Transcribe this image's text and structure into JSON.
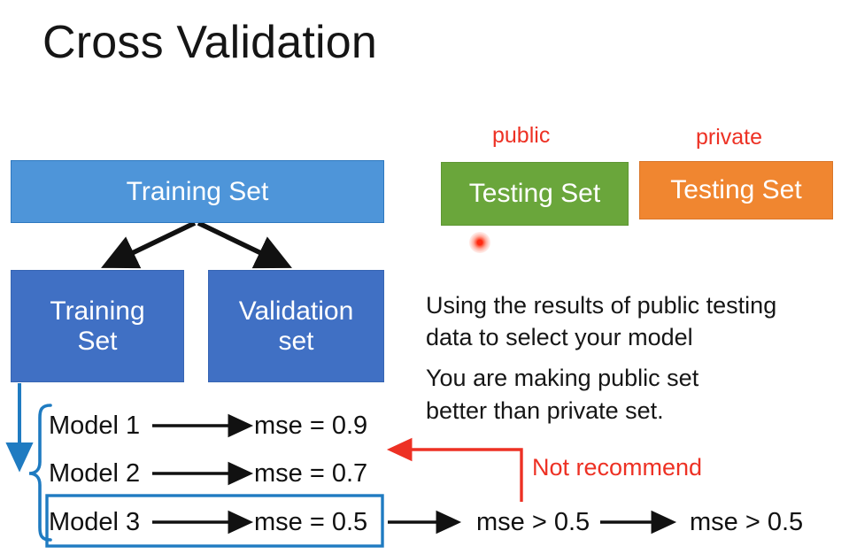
{
  "slide": {
    "title": "Cross Validation",
    "background_color": "#ffffff"
  },
  "colors": {
    "training_top": "#4E95D9",
    "training_sub": "#4070C4",
    "validation_sub": "#4070C4",
    "testing_public": "#6AA63B",
    "testing_private": "#F08630",
    "red_accent": "#ED3124",
    "blue_accent": "#1F7BC1",
    "black_arrow": "#111111",
    "text": "#161616"
  },
  "blocks": {
    "training_top": {
      "label": "Training Set"
    },
    "training_sub": {
      "line1": "Training",
      "line2": "Set"
    },
    "validation_sub": {
      "line1": "Validation",
      "line2": "set"
    },
    "testing_public": {
      "label": "Testing Set",
      "tag": "public"
    },
    "testing_private": {
      "label": "Testing Set",
      "tag": "private"
    }
  },
  "notes": {
    "line1": "Using the results of public testing",
    "line2": "data to select your model",
    "line3": "You are making public set",
    "line4": "better than private set.",
    "not_recommend": "Not recommend"
  },
  "models": [
    {
      "name": "Model 1",
      "mse": "mse = 0.9"
    },
    {
      "name": "Model 2",
      "mse": "mse = 0.7"
    },
    {
      "name": "Model 3",
      "mse": "mse = 0.5"
    }
  ],
  "outcomes": {
    "public_result": "mse > 0.5",
    "private_result": "mse > 0.5"
  },
  "pointer": {
    "laser_dot": "laser-pointer-dot"
  }
}
